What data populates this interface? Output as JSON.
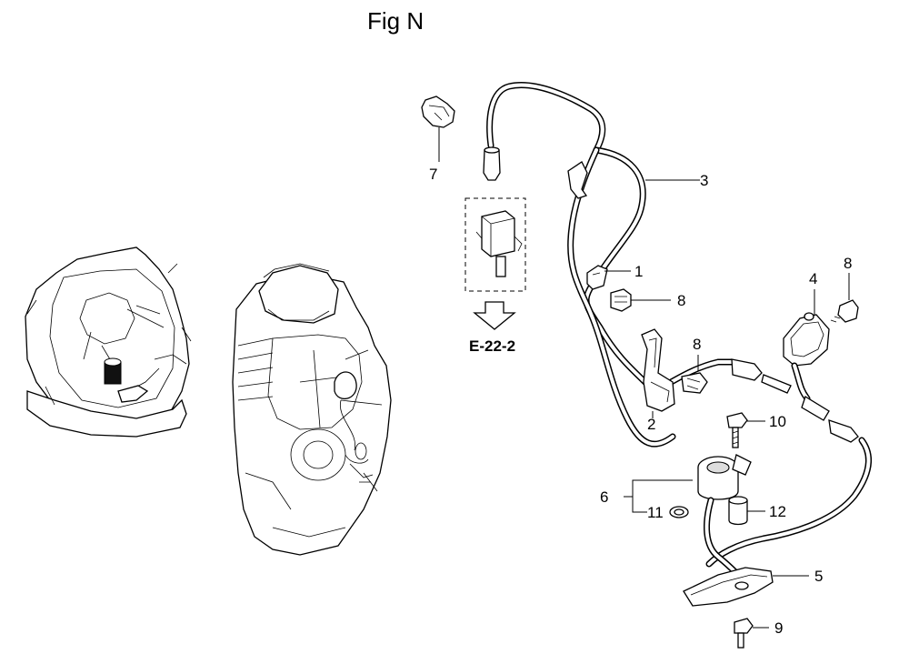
{
  "figure": {
    "title": "Fig N"
  },
  "reference": {
    "label": "E-22-2"
  },
  "callouts": [
    {
      "id": "c1",
      "label": "1"
    },
    {
      "id": "c2",
      "label": "2"
    },
    {
      "id": "c3",
      "label": "3"
    },
    {
      "id": "c4",
      "label": "4"
    },
    {
      "id": "c5",
      "label": "5"
    },
    {
      "id": "c6",
      "label": "6"
    },
    {
      "id": "c7",
      "label": "7"
    },
    {
      "id": "c8a",
      "label": "8"
    },
    {
      "id": "c8b",
      "label": "8"
    },
    {
      "id": "c8c",
      "label": "8"
    },
    {
      "id": "c9",
      "label": "9"
    },
    {
      "id": "c10",
      "label": "10"
    },
    {
      "id": "c11",
      "label": "11"
    },
    {
      "id": "c12",
      "label": "12"
    }
  ]
}
